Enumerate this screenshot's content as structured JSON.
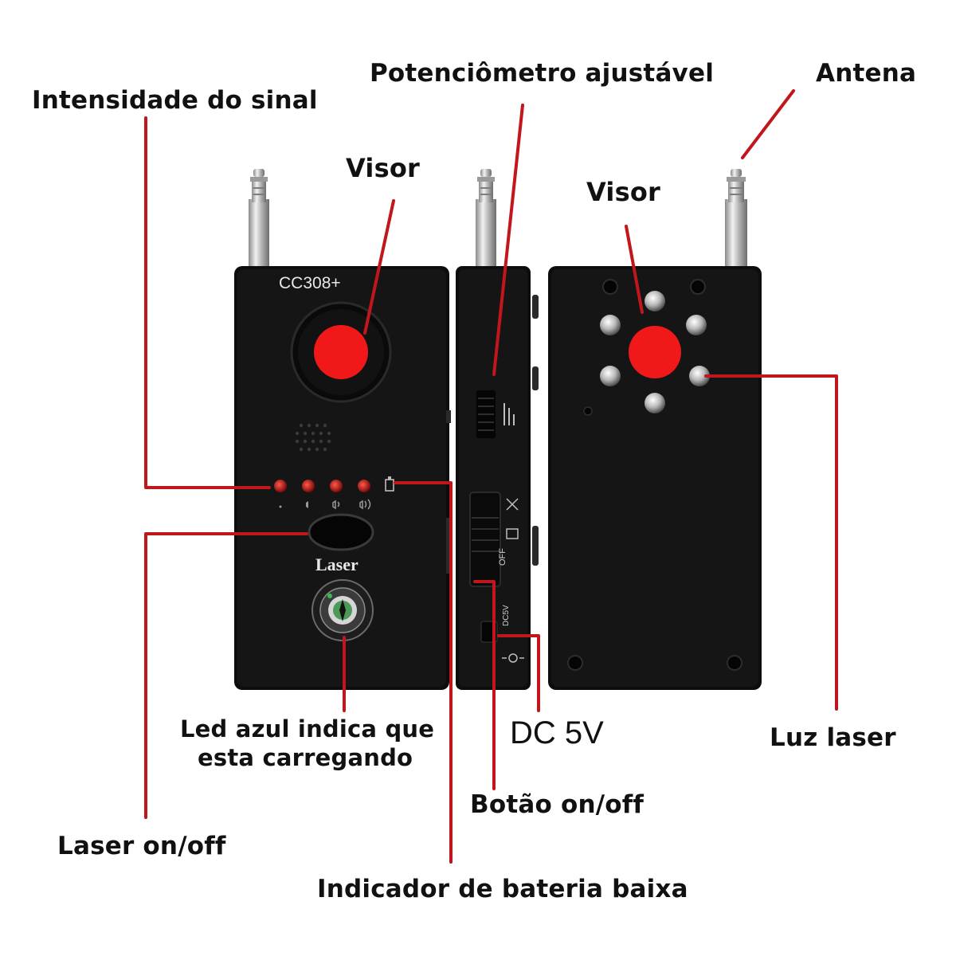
{
  "labels": {
    "signal_strength": "Intensidade do sinal",
    "potentiometer": "Potenciômetro ajustável",
    "antenna": "Antena",
    "visor_front": "Visor",
    "visor_back": "Visor",
    "led_line1": "Led azul indica que",
    "led_line2": "esta carregando",
    "dc5v": "DC 5V",
    "laser_light": "Luz laser",
    "power_button": "Botão on/off",
    "laser_onoff": "Laser on/off",
    "low_battery": "Indicador de bateria baixa"
  },
  "device": {
    "model": "CC308+",
    "laser_button": "Laser",
    "switch_off": "OFF",
    "port_label": "DC5V"
  },
  "colors": {
    "leader_line": "#c0161c",
    "lens_red": "#f01818",
    "device_body": "#0d0d0d"
  }
}
